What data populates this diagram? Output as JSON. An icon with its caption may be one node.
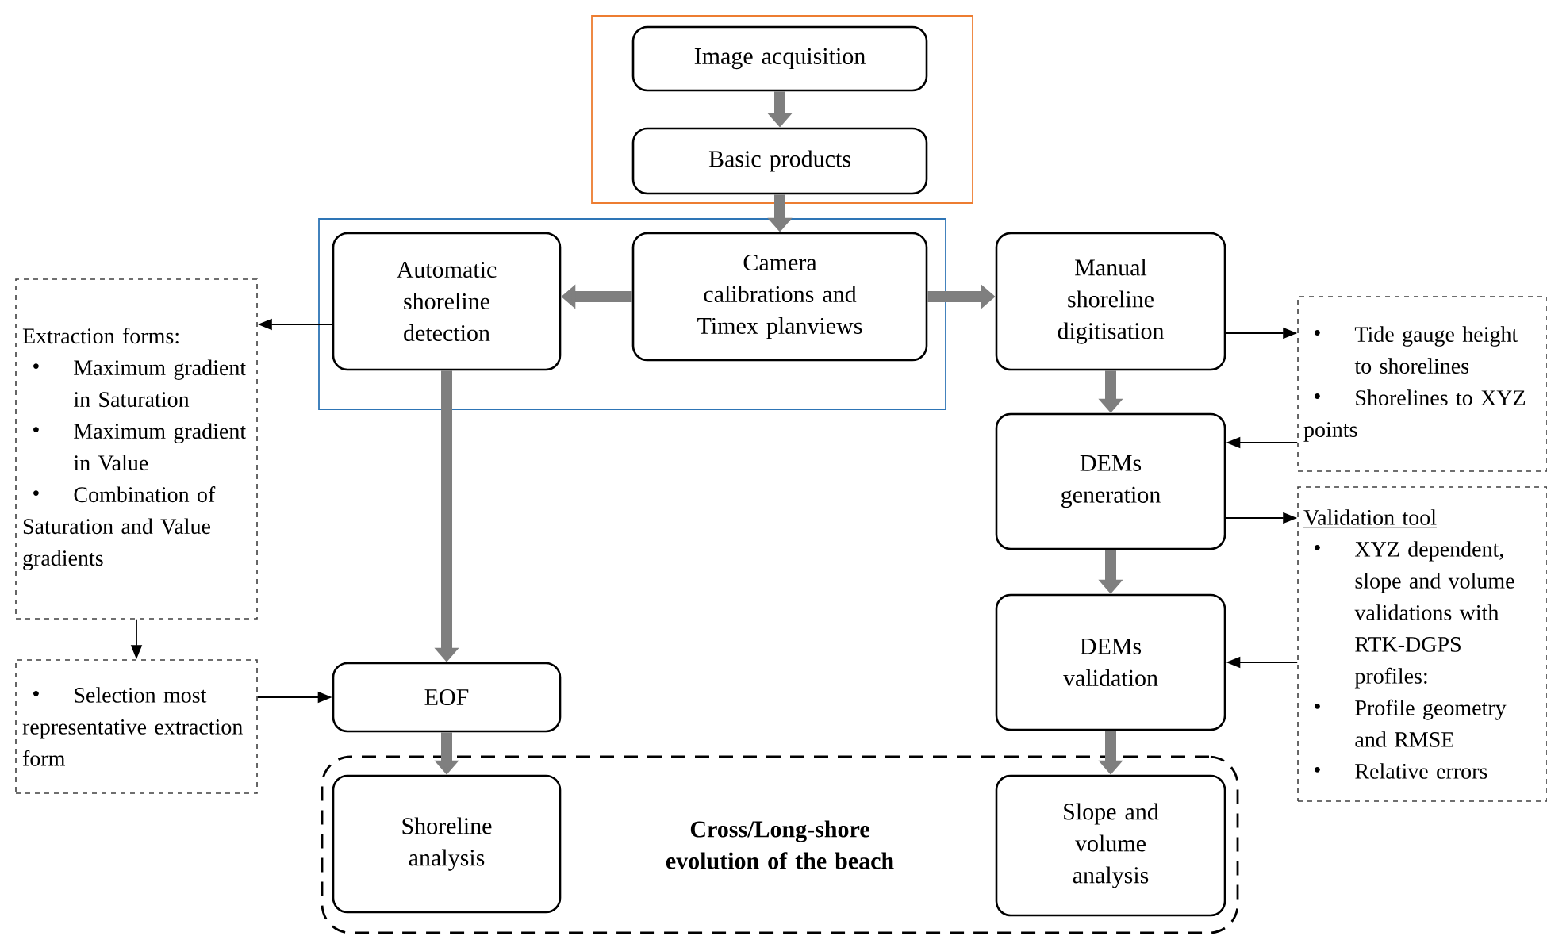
{
  "diagram": {
    "nodes": [
      {
        "text": [],
        "shape": "box"
      },
      {
        "text": [
          "Image acquisition"
        ],
        "in": 0
      },
      {
        "text": [
          "Basic products"
        ],
        "in": 0
      },
      {
        "text": [],
        "shape": "box"
      },
      {
        "text": [
          "Automatic shoreline detection"
        ],
        "in": 3
      },
      {
        "text": [
          "Camera calibrations and Timex planviews"
        ],
        "in": 3
      },
      {
        "text": [
          "Manual shoreline digitisation"
        ]
      },
      {
        "text": [
          "Extraction forms:",
          "Maximum gradient in Saturation",
          "Maximum gradient in Value",
          "Combination of Saturation and Value gradients"
        ]
      },
      {
        "text": [
          "Selection most representative extraction form"
        ]
      },
      {
        "text": [
          "Tide gauge height to shorelines",
          "Shorelines to XYZ points"
        ]
      },
      {
        "text": [
          "DEMs generation"
        ]
      },
      {
        "text": [
          "Validation tool",
          "XYZ dependent, slope and volume validations with RTK-DGPS profiles:",
          "Profile geometry and RMSE",
          "Relative errors"
        ]
      },
      {
        "text": [
          "DEMs validation"
        ]
      },
      {
        "text": [
          "EOF"
        ]
      },
      {
        "text": [
          "Cross/Long-shore evolution of the beach"
        ]
      },
      {
        "text": [
          "Shoreline analysis"
        ],
        "in": 14
      },
      {
        "text": [
          "Slope and volume analysis"
        ],
        "in": 14
      }
    ],
    "edges": [
      {
        "from": 1,
        "to": 2,
        "arrow": "to"
      },
      {
        "from": 2,
        "to": 5,
        "arrow": "to"
      },
      {
        "from": 5,
        "to": 4,
        "arrow": "to"
      },
      {
        "from": 5,
        "to": 6,
        "arrow": "to"
      },
      {
        "from": 4,
        "to": 7,
        "arrow": "to",
        "color": "#000000"
      },
      {
        "from": 7,
        "to": 8,
        "arrow": "to",
        "color": "#000000"
      },
      {
        "from": 8,
        "to": 13,
        "arrow": "to",
        "color": "#000000"
      },
      {
        "from": 4,
        "to": 13,
        "arrow": "to"
      },
      {
        "from": 13,
        "to": 15,
        "arrow": "to"
      },
      {
        "from": 6,
        "to": 9,
        "arrow": "to",
        "color": "#000000"
      },
      {
        "from": 6,
        "to": 10,
        "arrow": "to"
      },
      {
        "from": 9,
        "to": 10,
        "arrow": "to",
        "color": "#000000"
      },
      {
        "from": 10,
        "to": 11,
        "arrow": "to",
        "color": "#000000"
      },
      {
        "from": 10,
        "to": 12,
        "arrow": "to"
      },
      {
        "from": 11,
        "to": 12,
        "arrow": "to",
        "color": "#000000"
      },
      {
        "from": 12,
        "to": 16,
        "arrow": "to"
      }
    ]
  }
}
